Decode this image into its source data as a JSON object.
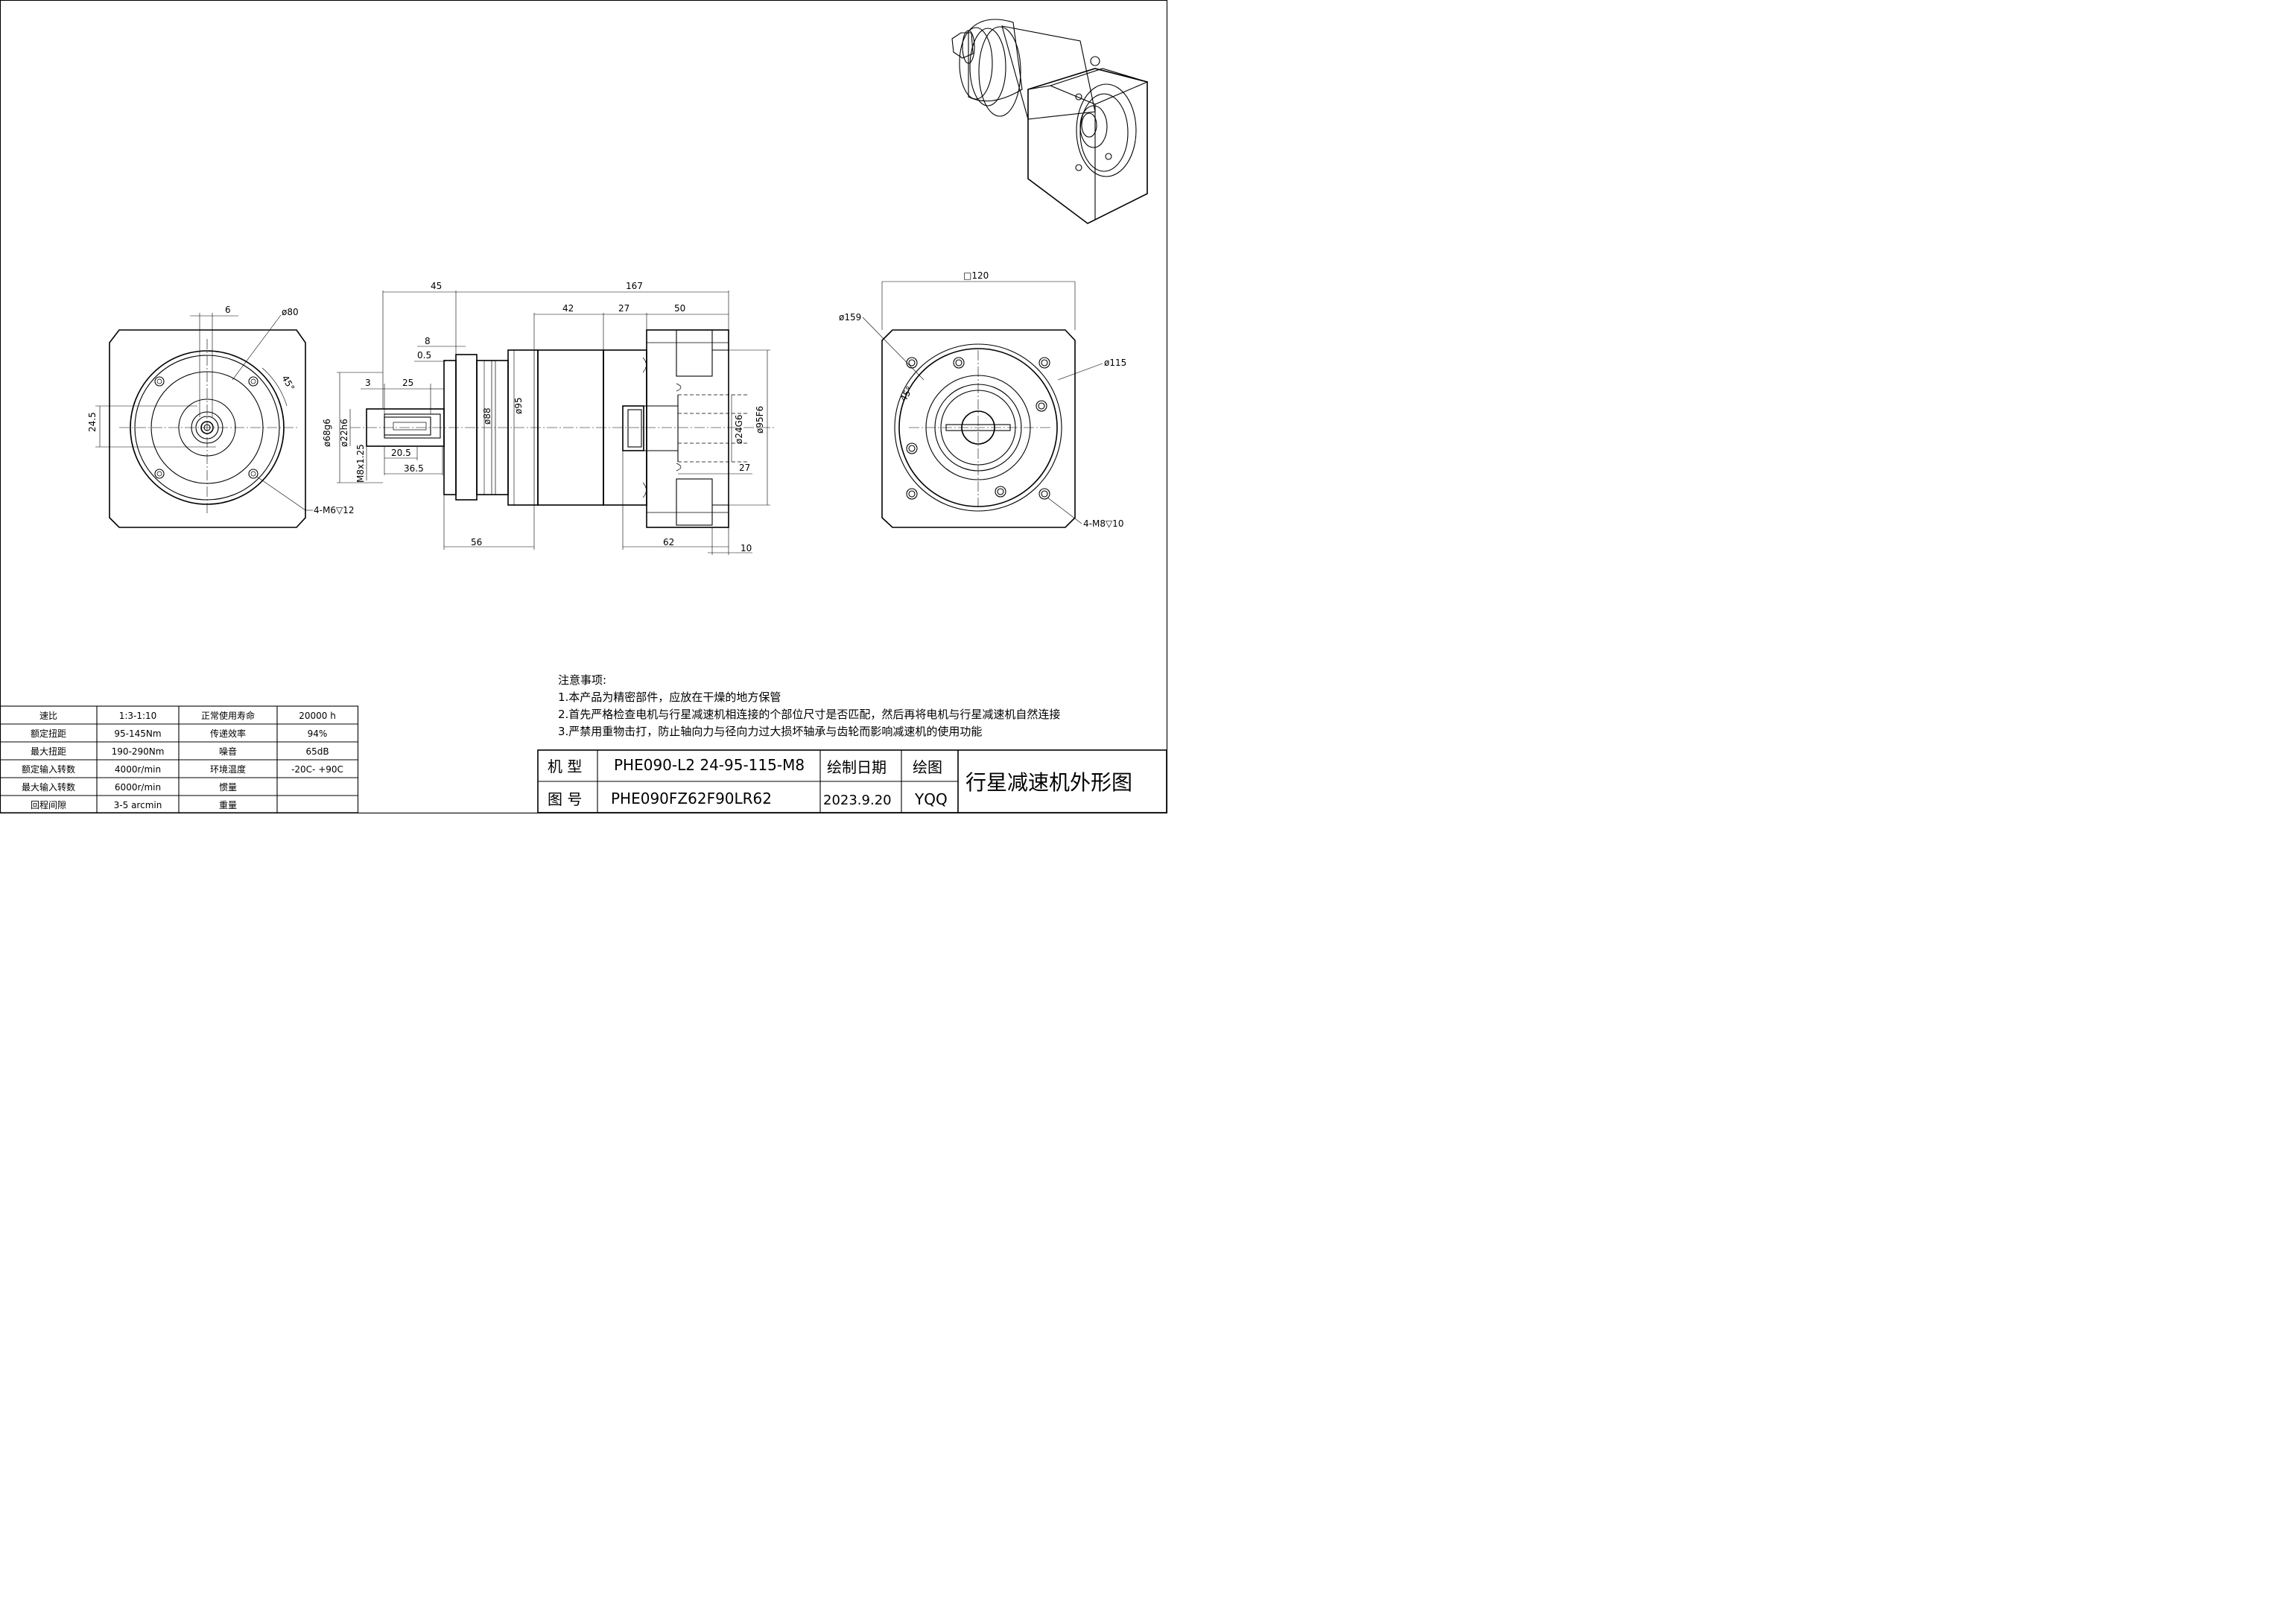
{
  "side_view_dims": {
    "d45": "45",
    "d167": "167",
    "d42": "42",
    "d27a": "27",
    "d50": "50",
    "d8": "8",
    "d05": "0.5",
    "d3": "3",
    "d25": "25",
    "d68": "ø68g6",
    "d22": "ø22h6",
    "m8": "M8x1.25",
    "d205": "20.5",
    "d365": "36.5",
    "d88": "ø88",
    "d95": "ø95",
    "d24": "ø24G6",
    "d95f": "ø95F6",
    "d27b": "27",
    "d56": "56",
    "d62": "62",
    "d10": "10"
  },
  "left_view_dims": {
    "d6": "6",
    "d80": "ø80",
    "d245": "24.5",
    "angle": "45°",
    "holes": "4-M6▽12"
  },
  "right_view_dims": {
    "sq": "□120",
    "d159": "ø159",
    "d115": "ø115",
    "angle": "45°",
    "holes": "4-M8▽10"
  },
  "notes": {
    "title": "注意事项:",
    "line1": "1.本产品为精密部件，应放在干燥的地方保管",
    "line2": "2.首先严格检查电机与行星减速机相连接的个部位尺寸是否匹配，然后再将电机与行星减速机自然连接",
    "line3": "3.严禁用重物击打，防止轴向力与径向力过大损坏轴承与齿轮而影响减速机的使用功能"
  },
  "title_block": {
    "model_label": "机 型",
    "model_value": "PHE090-L2 24-95-115-M8",
    "drawing_label": "图 号",
    "drawing_value": "PHE090FZ62F90LR62",
    "date_label": "绘制日期",
    "date_value": "2023.9.20",
    "drawer_label": "绘图",
    "drawer_value": "YQQ",
    "title": "行星减速机外形图"
  },
  "spec_table": {
    "rows": [
      [
        "速比",
        "1:3-1:10",
        "正常使用寿命",
        "20000 h"
      ],
      [
        "额定扭距",
        "95-145Nm",
        "传递效率",
        "94%"
      ],
      [
        "最大扭距",
        "190-290Nm",
        "噪音",
        "65dB"
      ],
      [
        "额定输入转数",
        "4000r/min",
        "环境温度",
        "-20C- +90C"
      ],
      [
        "最大输入转数",
        "6000r/min",
        "惯量",
        ""
      ],
      [
        "回程间隙",
        "3-5 arcmin",
        "重量",
        ""
      ]
    ]
  }
}
